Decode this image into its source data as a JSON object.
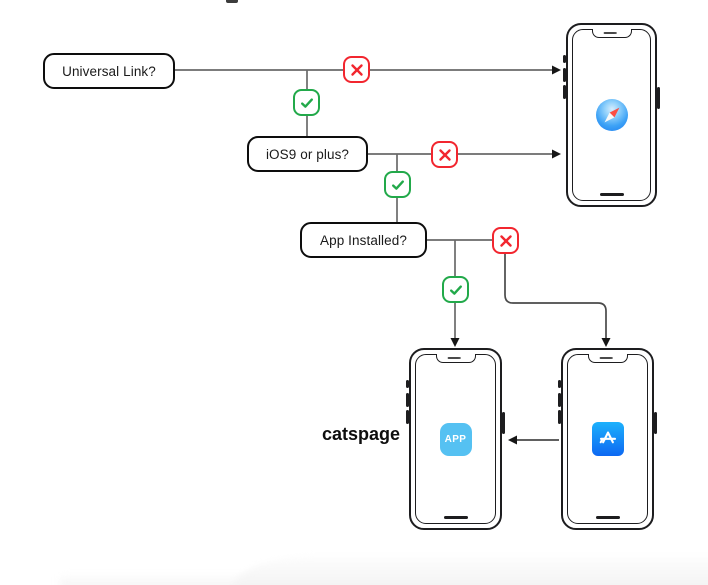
{
  "diagram": {
    "decisions": [
      {
        "id": "universal-link",
        "label": "Universal Link?"
      },
      {
        "id": "ios9-or-plus",
        "label": "iOS9 or plus?"
      },
      {
        "id": "app-installed",
        "label": "App Installed?"
      }
    ],
    "catspage_label": "catspage",
    "app_badge_text": "APP",
    "icons": {
      "yes": "checkmark-icon",
      "no": "x-icon",
      "safari": "safari-compass-icon",
      "appstore": "app-store-icon",
      "generic_app": "generic-app-icon"
    },
    "colors": {
      "yes_green": "#22A94A",
      "no_red": "#F2262F",
      "line_gray": "#696969",
      "arrow_black": "#161616",
      "app_icon_blue": "#55C1F2",
      "appstore_blue_top": "#1DB1FC",
      "appstore_blue_bottom": "#0D68F2",
      "box_border": "#0d0d0d"
    }
  }
}
